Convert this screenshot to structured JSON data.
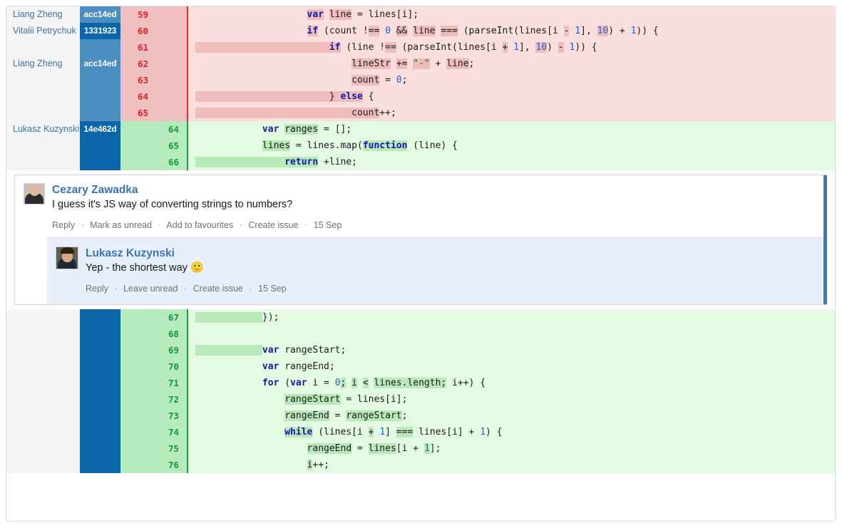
{
  "diff_top": {
    "rows": [
      {
        "author": "Liang Zheng",
        "hash": "acc14ed",
        "hash_shade": "light",
        "num": "59",
        "type": "del",
        "tokens": [
          {
            "t": "                    ",
            "c": "pun"
          },
          {
            "t": "var",
            "c": "kw w-del"
          },
          {
            "t": " ",
            "c": "pun"
          },
          {
            "t": "line",
            "c": "pun w-del"
          },
          {
            "t": " = lines[i];",
            "c": "pun"
          }
        ]
      },
      {
        "author": "Vitalii Petrychuk",
        "hash": "1331923",
        "hash_shade": "dark",
        "num": "60",
        "type": "del",
        "tokens": [
          {
            "t": "                    ",
            "c": "pun"
          },
          {
            "t": "if",
            "c": "kw w-del"
          },
          {
            "t": " (count ",
            "c": "pun"
          },
          {
            "t": "!",
            "c": "pun"
          },
          {
            "t": "==",
            "c": "pun w-del"
          },
          {
            "t": " ",
            "c": "pun"
          },
          {
            "t": "0",
            "c": "num"
          },
          {
            "t": " ",
            "c": "pun"
          },
          {
            "t": "&&",
            "c": "pun w-del"
          },
          {
            "t": " ",
            "c": "pun"
          },
          {
            "t": "line",
            "c": "pun w-del"
          },
          {
            "t": " ",
            "c": "pun"
          },
          {
            "t": "===",
            "c": "pun w-del"
          },
          {
            "t": " (parseInt(lines[i ",
            "c": "pun"
          },
          {
            "t": "-",
            "c": "pun w-del"
          },
          {
            "t": " ",
            "c": "pun"
          },
          {
            "t": "1",
            "c": "num"
          },
          {
            "t": "], ",
            "c": "pun"
          },
          {
            "t": "10",
            "c": "num w-del"
          },
          {
            "t": ") + ",
            "c": "pun"
          },
          {
            "t": "1",
            "c": "num"
          },
          {
            "t": ")) {",
            "c": "pun"
          }
        ]
      },
      {
        "author": "",
        "hash": "",
        "hash_shade": "light",
        "num": "61",
        "type": "del",
        "tokens": [
          {
            "t": "                        ",
            "c": "pun w-del"
          },
          {
            "t": "if",
            "c": "kw w-del"
          },
          {
            "t": " (line ",
            "c": "pun"
          },
          {
            "t": "!",
            "c": "pun"
          },
          {
            "t": "==",
            "c": "pun w-del"
          },
          {
            "t": " (parseInt(lines[i ",
            "c": "pun"
          },
          {
            "t": "+",
            "c": "pun w-del"
          },
          {
            "t": " ",
            "c": "pun"
          },
          {
            "t": "1",
            "c": "num"
          },
          {
            "t": "], ",
            "c": "pun"
          },
          {
            "t": "10",
            "c": "num w-del"
          },
          {
            "t": ") ",
            "c": "pun"
          },
          {
            "t": "-",
            "c": "pun w-del"
          },
          {
            "t": " ",
            "c": "pun"
          },
          {
            "t": "1",
            "c": "num"
          },
          {
            "t": ")) {",
            "c": "pun"
          }
        ]
      },
      {
        "author": "Liang Zheng",
        "hash": "acc14ed",
        "hash_shade": "light",
        "num": "62",
        "type": "del",
        "tokens": [
          {
            "t": "                            ",
            "c": "pun"
          },
          {
            "t": "lineStr",
            "c": "pun w-del"
          },
          {
            "t": " ",
            "c": "pun"
          },
          {
            "t": "+=",
            "c": "pun w-del"
          },
          {
            "t": " ",
            "c": "pun"
          },
          {
            "t": "\"-\"",
            "c": "str w-del"
          },
          {
            "t": " + ",
            "c": "pun"
          },
          {
            "t": "line",
            "c": "pun w-del"
          },
          {
            "t": ";",
            "c": "pun"
          }
        ]
      },
      {
        "author": "",
        "hash": "",
        "hash_shade": "light",
        "num": "63",
        "type": "del",
        "tokens": [
          {
            "t": "                            ",
            "c": "pun"
          },
          {
            "t": "count",
            "c": "pun w-del"
          },
          {
            "t": " = ",
            "c": "pun"
          },
          {
            "t": "0",
            "c": "num"
          },
          {
            "t": ";",
            "c": "pun"
          }
        ]
      },
      {
        "author": "",
        "hash": "",
        "hash_shade": "light",
        "num": "64",
        "type": "del",
        "tokens": [
          {
            "t": "                        ",
            "c": "pun w-del"
          },
          {
            "t": "} ",
            "c": "pun w-del"
          },
          {
            "t": "else",
            "c": "kw w-del"
          },
          {
            "t": " {",
            "c": "pun"
          }
        ]
      },
      {
        "author": "",
        "hash": "",
        "hash_shade": "light",
        "num": "65",
        "type": "del",
        "tokens": [
          {
            "t": "                            ",
            "c": "pun w-del"
          },
          {
            "t": "count",
            "c": "pun w-del"
          },
          {
            "t": "++;",
            "c": "pun"
          }
        ]
      },
      {
        "author": "Lukasz Kuzynski",
        "hash": "14e462d",
        "hash_shade": "dark",
        "num": "64",
        "type": "add",
        "tokens": [
          {
            "t": "            ",
            "c": "pun"
          },
          {
            "t": "var",
            "c": "kw"
          },
          {
            "t": " ",
            "c": "pun"
          },
          {
            "t": "ranges",
            "c": "pun w-add"
          },
          {
            "t": " = ",
            "c": "pun"
          },
          {
            "t": "[];",
            "c": "pun"
          }
        ]
      },
      {
        "author": "",
        "hash": "",
        "hash_shade": "dark",
        "num": "65",
        "type": "add",
        "tokens": [
          {
            "t": "            ",
            "c": "pun"
          },
          {
            "t": "lines",
            "c": "pun w-add"
          },
          {
            "t": " = lines.map(",
            "c": "pun"
          },
          {
            "t": "function",
            "c": "kw w-add"
          },
          {
            "t": " (line) {",
            "c": "pun"
          }
        ]
      },
      {
        "author": "",
        "hash": "",
        "hash_shade": "dark",
        "num": "66",
        "type": "add",
        "tokens": [
          {
            "t": "                ",
            "c": "pun w-add"
          },
          {
            "t": "return",
            "c": "kw w-add"
          },
          {
            "t": " +line;",
            "c": "pun"
          }
        ]
      }
    ]
  },
  "comments": {
    "parent": {
      "author": "Cezary Zawadka",
      "text": "I guess it's JS way of converting strings to numbers?",
      "actions": [
        "Reply",
        "Mark as unread",
        "Add to favourites",
        "Create issue"
      ],
      "date": "15 Sep"
    },
    "reply": {
      "author": "Lukasz Kuzynski",
      "text": "Yep - the shortest way",
      "emoji": "🙂",
      "actions": [
        "Reply",
        "Leave unread",
        "Create issue"
      ],
      "date": "15 Sep"
    },
    "separator": "·"
  },
  "diff_bottom": {
    "rows": [
      {
        "author": "",
        "hash": "",
        "hash_shade": "dark",
        "num": "67",
        "type": "add",
        "tokens": [
          {
            "t": "            ",
            "c": "pun w-add"
          },
          {
            "t": "});",
            "c": "pun"
          }
        ]
      },
      {
        "author": "",
        "hash": "",
        "hash_shade": "dark",
        "num": "68",
        "type": "add",
        "tokens": [
          {
            "t": "",
            "c": "pun"
          }
        ]
      },
      {
        "author": "",
        "hash": "",
        "hash_shade": "dark",
        "num": "69",
        "type": "add",
        "tokens": [
          {
            "t": "            ",
            "c": "pun w-add"
          },
          {
            "t": "var",
            "c": "kw"
          },
          {
            "t": " rangeStart;",
            "c": "pun"
          }
        ]
      },
      {
        "author": "",
        "hash": "",
        "hash_shade": "dark",
        "num": "70",
        "type": "add",
        "tokens": [
          {
            "t": "            ",
            "c": "pun"
          },
          {
            "t": "var",
            "c": "kw"
          },
          {
            "t": " rangeEnd;",
            "c": "pun"
          }
        ]
      },
      {
        "author": "",
        "hash": "",
        "hash_shade": "dark",
        "num": "71",
        "type": "add",
        "tokens": [
          {
            "t": "            ",
            "c": "pun"
          },
          {
            "t": "for",
            "c": "kw"
          },
          {
            "t": " (",
            "c": "pun"
          },
          {
            "t": "var",
            "c": "kw"
          },
          {
            "t": " i = ",
            "c": "pun"
          },
          {
            "t": "0",
            "c": "num"
          },
          {
            "t": ";",
            "c": "pun w-add"
          },
          {
            "t": " ",
            "c": "pun"
          },
          {
            "t": "i",
            "c": "pun w-add"
          },
          {
            "t": " ",
            "c": "pun"
          },
          {
            "t": "<",
            "c": "pun w-add"
          },
          {
            "t": " ",
            "c": "pun"
          },
          {
            "t": "lines.length;",
            "c": "pun w-add"
          },
          {
            "t": " i++) {",
            "c": "pun"
          }
        ]
      },
      {
        "author": "",
        "hash": "",
        "hash_shade": "dark",
        "num": "72",
        "type": "add",
        "tokens": [
          {
            "t": "                ",
            "c": "pun"
          },
          {
            "t": "rangeStart",
            "c": "pun w-add"
          },
          {
            "t": " = lines[i];",
            "c": "pun"
          }
        ]
      },
      {
        "author": "",
        "hash": "",
        "hash_shade": "dark",
        "num": "73",
        "type": "add",
        "tokens": [
          {
            "t": "                ",
            "c": "pun"
          },
          {
            "t": "rangeEnd",
            "c": "pun w-add"
          },
          {
            "t": " = ",
            "c": "pun"
          },
          {
            "t": "rangeStart",
            "c": "pun w-add"
          },
          {
            "t": ";",
            "c": "pun"
          }
        ]
      },
      {
        "author": "",
        "hash": "",
        "hash_shade": "dark",
        "num": "74",
        "type": "add",
        "tokens": [
          {
            "t": "                ",
            "c": "pun"
          },
          {
            "t": "while",
            "c": "kw w-add"
          },
          {
            "t": " (lines[i ",
            "c": "pun"
          },
          {
            "t": "+",
            "c": "pun w-add"
          },
          {
            "t": " ",
            "c": "pun"
          },
          {
            "t": "1",
            "c": "num"
          },
          {
            "t": "] ",
            "c": "pun"
          },
          {
            "t": "===",
            "c": "pun w-add"
          },
          {
            "t": " lines[i] + ",
            "c": "pun"
          },
          {
            "t": "1",
            "c": "num"
          },
          {
            "t": ") {",
            "c": "pun"
          }
        ]
      },
      {
        "author": "",
        "hash": "",
        "hash_shade": "dark",
        "num": "75",
        "type": "add",
        "tokens": [
          {
            "t": "                    ",
            "c": "pun"
          },
          {
            "t": "rangeEnd",
            "c": "pun w-add"
          },
          {
            "t": " = ",
            "c": "pun"
          },
          {
            "t": "lines",
            "c": "pun w-add"
          },
          {
            "t": "[i + ",
            "c": "pun"
          },
          {
            "t": "1",
            "c": "num w-add"
          },
          {
            "t": "];",
            "c": "pun"
          }
        ]
      },
      {
        "author": "",
        "hash": "",
        "hash_shade": "dark",
        "num": "76",
        "type": "add",
        "tokens": [
          {
            "t": "                    ",
            "c": "pun"
          },
          {
            "t": "i",
            "c": "pun w-add"
          },
          {
            "t": "++;",
            "c": "pun"
          }
        ]
      }
    ]
  },
  "colors": {
    "removed_bg": "#fbdede",
    "removed_gutter": "#f0c0c0",
    "removed_text": "#e8202a",
    "added_bg": "#e3fbe3",
    "added_gutter": "#b6ebbd",
    "added_text": "#119b33",
    "hash_light": "#4b8fc0",
    "hash_dark": "#0a66a8",
    "accent": "#3b78b4",
    "reply_bg": "#e7f0fa"
  }
}
